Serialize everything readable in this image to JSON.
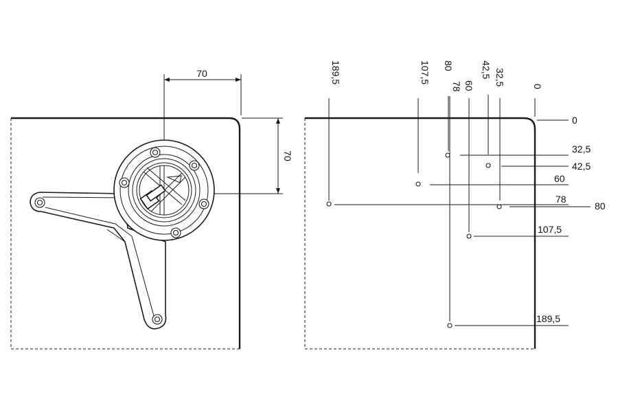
{
  "left_view": {
    "dimensions": {
      "horizontal": "70",
      "vertical": "70"
    }
  },
  "right_view": {
    "top_labels": [
      "189,5",
      "107,5",
      "80",
      "78",
      "60",
      "42,5",
      "32,5",
      "0"
    ],
    "right_labels": [
      "0",
      "32,5",
      "42,5",
      "60",
      "78",
      "80",
      "107,5",
      "189,5"
    ]
  }
}
